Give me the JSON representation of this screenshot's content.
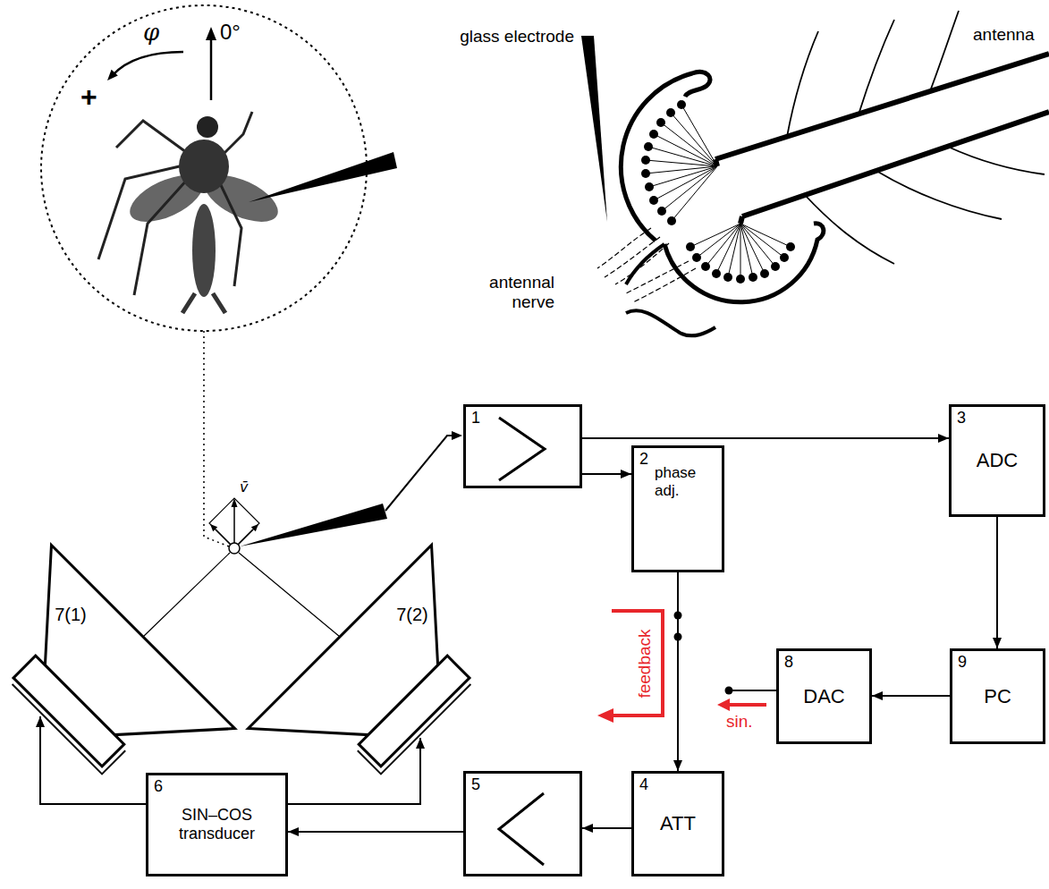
{
  "diagram": {
    "nodes": [
      {
        "text": [
          "1"
        ]
      },
      {
        "text": [
          "2",
          "phase adj."
        ]
      },
      {
        "text": [
          "3",
          "ADC"
        ]
      },
      {
        "text": [
          "7(1)"
        ]
      },
      {
        "text": [
          "7(2)"
        ]
      },
      {
        "text": [
          "8",
          "DAC"
        ]
      },
      {
        "text": [
          "9",
          "PC"
        ]
      },
      {
        "text": [
          "6",
          "SIN–COS transducer"
        ]
      },
      {
        "text": [
          "5"
        ]
      },
      {
        "text": [
          "4",
          "ATT"
        ]
      }
    ],
    "edges": [
      {
        "from": 0,
        "to": 2,
        "arrow": "to"
      },
      {
        "from": 0,
        "to": 1,
        "arrow": "to"
      },
      {
        "from": 2,
        "to": 6,
        "arrow": "to"
      },
      {
        "from": 6,
        "to": 5,
        "arrow": "to"
      },
      {
        "from": 1,
        "to": 9,
        "arrow": "to"
      },
      {
        "from": 9,
        "to": 8,
        "arrow": "to"
      },
      {
        "from": 8,
        "to": 7,
        "arrow": "to"
      },
      {
        "from": 7,
        "to": 3,
        "arrow": "to"
      },
      {
        "from": 7,
        "to": 4,
        "arrow": "to"
      }
    ],
    "labels": [
      "φ",
      "0°",
      "+",
      "glass electrode",
      "antenna",
      "antennal nerve",
      "v̄",
      "feedback",
      "sin."
    ]
  }
}
